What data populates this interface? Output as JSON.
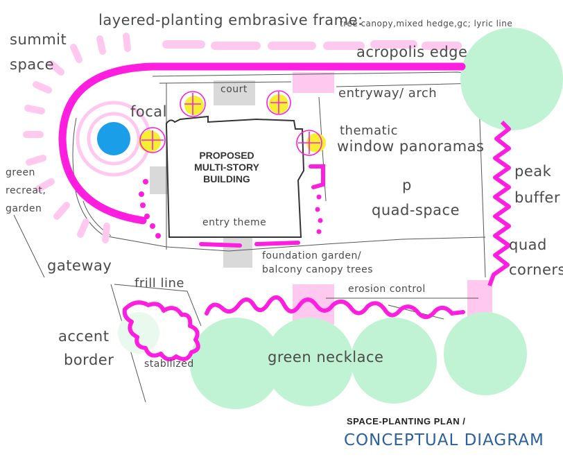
{
  "title": "layered-planting embrasive frame:",
  "title_note": "tree canopy,mixed hedge,gc; lyric line",
  "building": {
    "line1": "PROPOSED",
    "line2": "MULTI-STORY",
    "line3": "BUILDING"
  },
  "labels": {
    "summit": "summit",
    "space": "space",
    "acropolis_edge": "acropolis edge",
    "court": "court",
    "entryway_arch": "entryway/ arch",
    "focal": "focal",
    "thematic": "thematic",
    "window_panoramas": "window panoramas",
    "green_recreat_1": "green",
    "green_recreat_2": "recreat,",
    "green_recreat_3": "garden",
    "p": "p",
    "quad_space": "quad-space",
    "peak": "peak",
    "buffer": "buffer",
    "entry_theme": "entry theme",
    "quad": "quad",
    "corners": "corners",
    "gateway": "gateway",
    "foundation_1": "foundation garden/",
    "foundation_2": "balcony canopy trees",
    "frill_line": "frill line",
    "erosion_control": "erosion control",
    "accent": "accent",
    "border": "border",
    "green_necklace": "green necklace",
    "stabilized": "stabilized"
  },
  "footer": {
    "line1": "SPACE-PLANTING PLAN /",
    "line2": "CONCEPTUAL DIAGRAM"
  },
  "colors": {
    "magenta": "#ff1ee0",
    "pink": "#ffc9ef",
    "green": "#bff3d3",
    "yellow": "#f6f031",
    "blue": "#1a9ee8",
    "footer_blue": "#2b5f9e"
  }
}
